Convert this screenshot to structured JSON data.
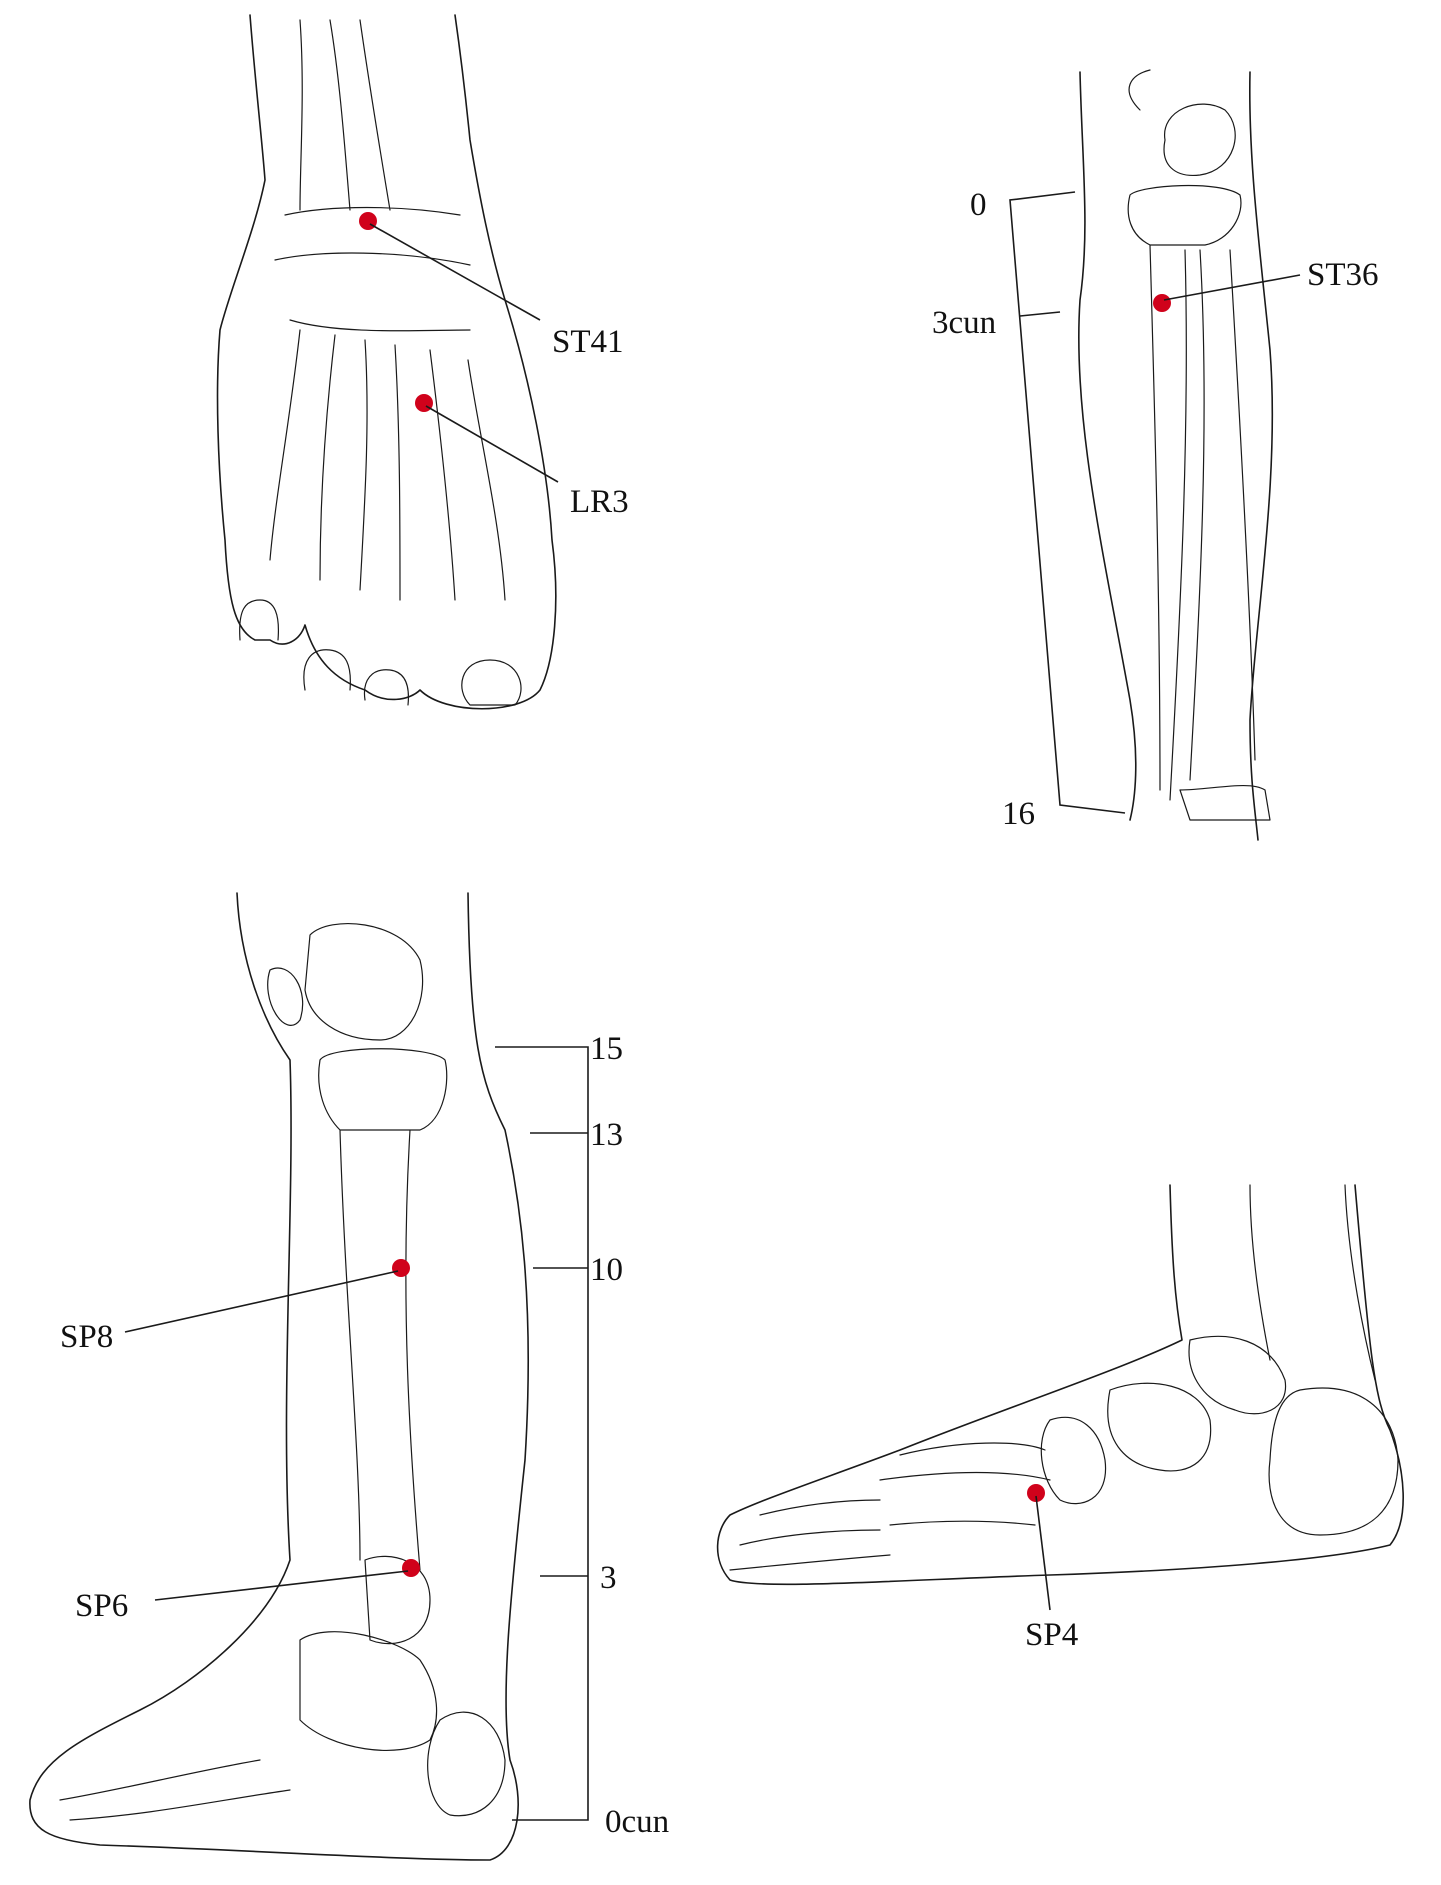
{
  "colors": {
    "point": "#d0021b",
    "line": "#1a1a1a"
  },
  "panels": {
    "foot_top": {
      "points": [
        "ST41",
        "LR3"
      ]
    },
    "leg_anterior": {
      "scale_labels": [
        "0",
        "3cun",
        "16"
      ],
      "points": [
        "ST36"
      ]
    },
    "leg_medial": {
      "scale_labels": [
        "15",
        "13",
        "10",
        "3",
        "0cun"
      ],
      "points": [
        "SP8",
        "SP6"
      ]
    },
    "foot_medial": {
      "points": [
        "SP4"
      ]
    }
  }
}
